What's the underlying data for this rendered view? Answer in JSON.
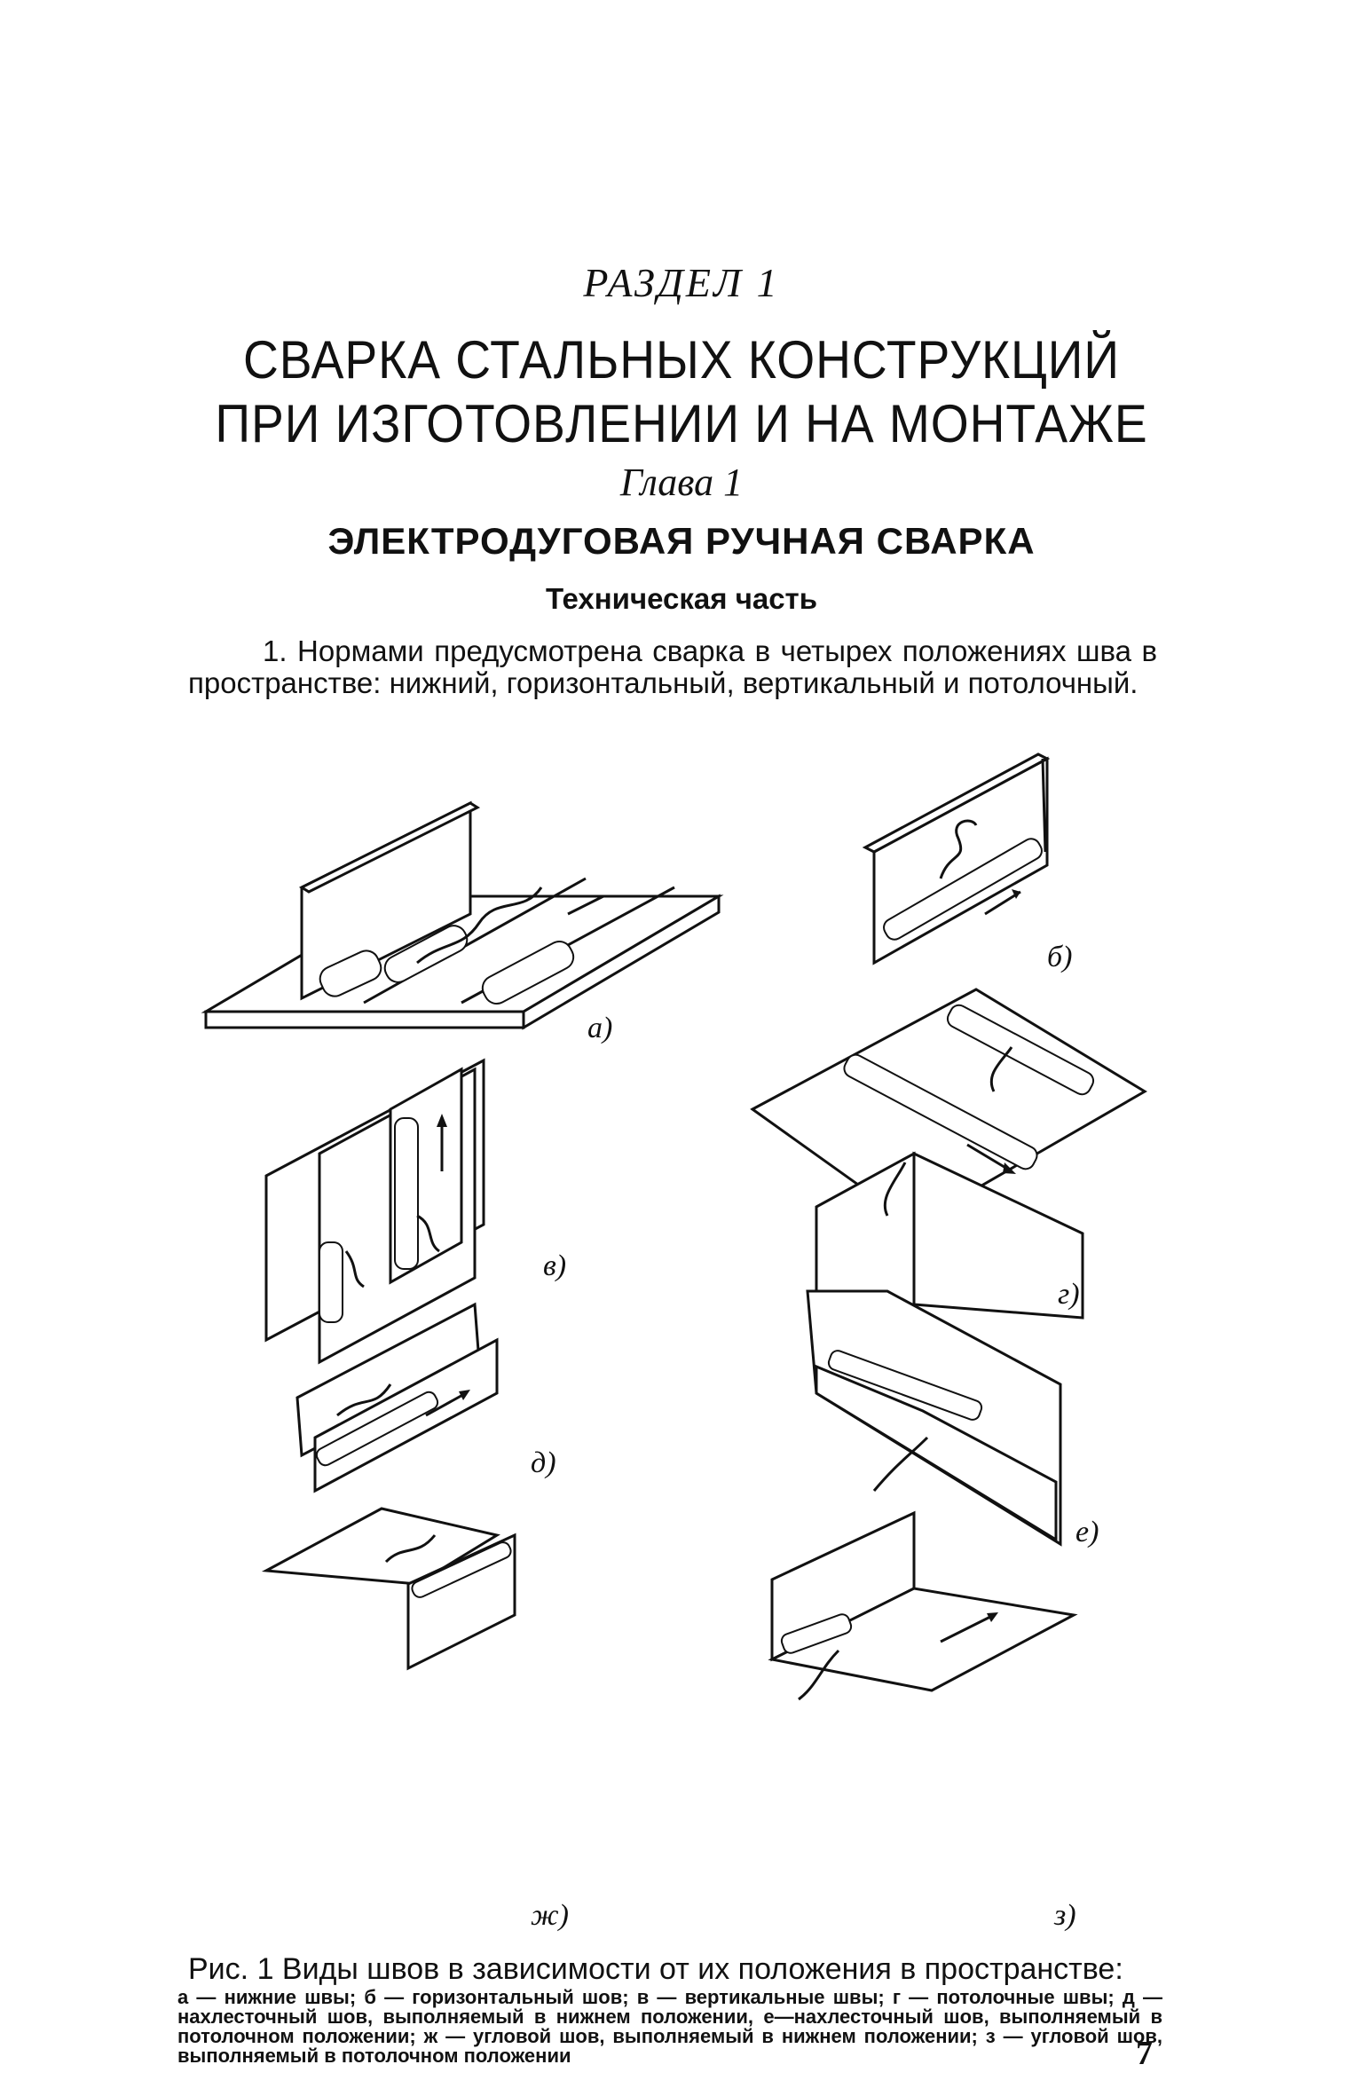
{
  "section_label": "РАЗДЕЛ 1",
  "main_title_line1": "СВАРКА СТАЛЬНЫХ КОНСТРУКЦИЙ",
  "main_title_line2": "ПРИ ИЗГОТОВЛЕНИИ И НА МОНТАЖЕ",
  "chapter_label": "Глава 1",
  "chapter_title": "ЭЛЕКТРОДУГОВАЯ РУЧНАЯ СВАРКА",
  "subsection_title": "Техническая часть",
  "paragraph_1": "1. Нормами предусмотрена сварка в четырех положениях шва в пространстве: нижний, горизонтальный, вертикальный и потолочный.",
  "figure": {
    "labels": {
      "a": "а)",
      "b": "б)",
      "v": "в)",
      "g": "г)",
      "d": "д)",
      "e": "е)",
      "zh": "ж)",
      "z": "з)"
    }
  },
  "caption": {
    "title": "Рис. 1 Виды швов в зависимости от их положения в пространстве:",
    "body": "а — нижние швы; б — горизонтальный шов; в — вертикальные швы; г — потолочные швы; д — нахлесточный шов, выполняемый в нижнем положении, е—нахлесточный шов, выполняемый в потолочном положении; ж — угловой шов, выполняемый в нижнем положении; з — угловой шов, выполняемый в потолочном положении"
  },
  "page_number": "7"
}
